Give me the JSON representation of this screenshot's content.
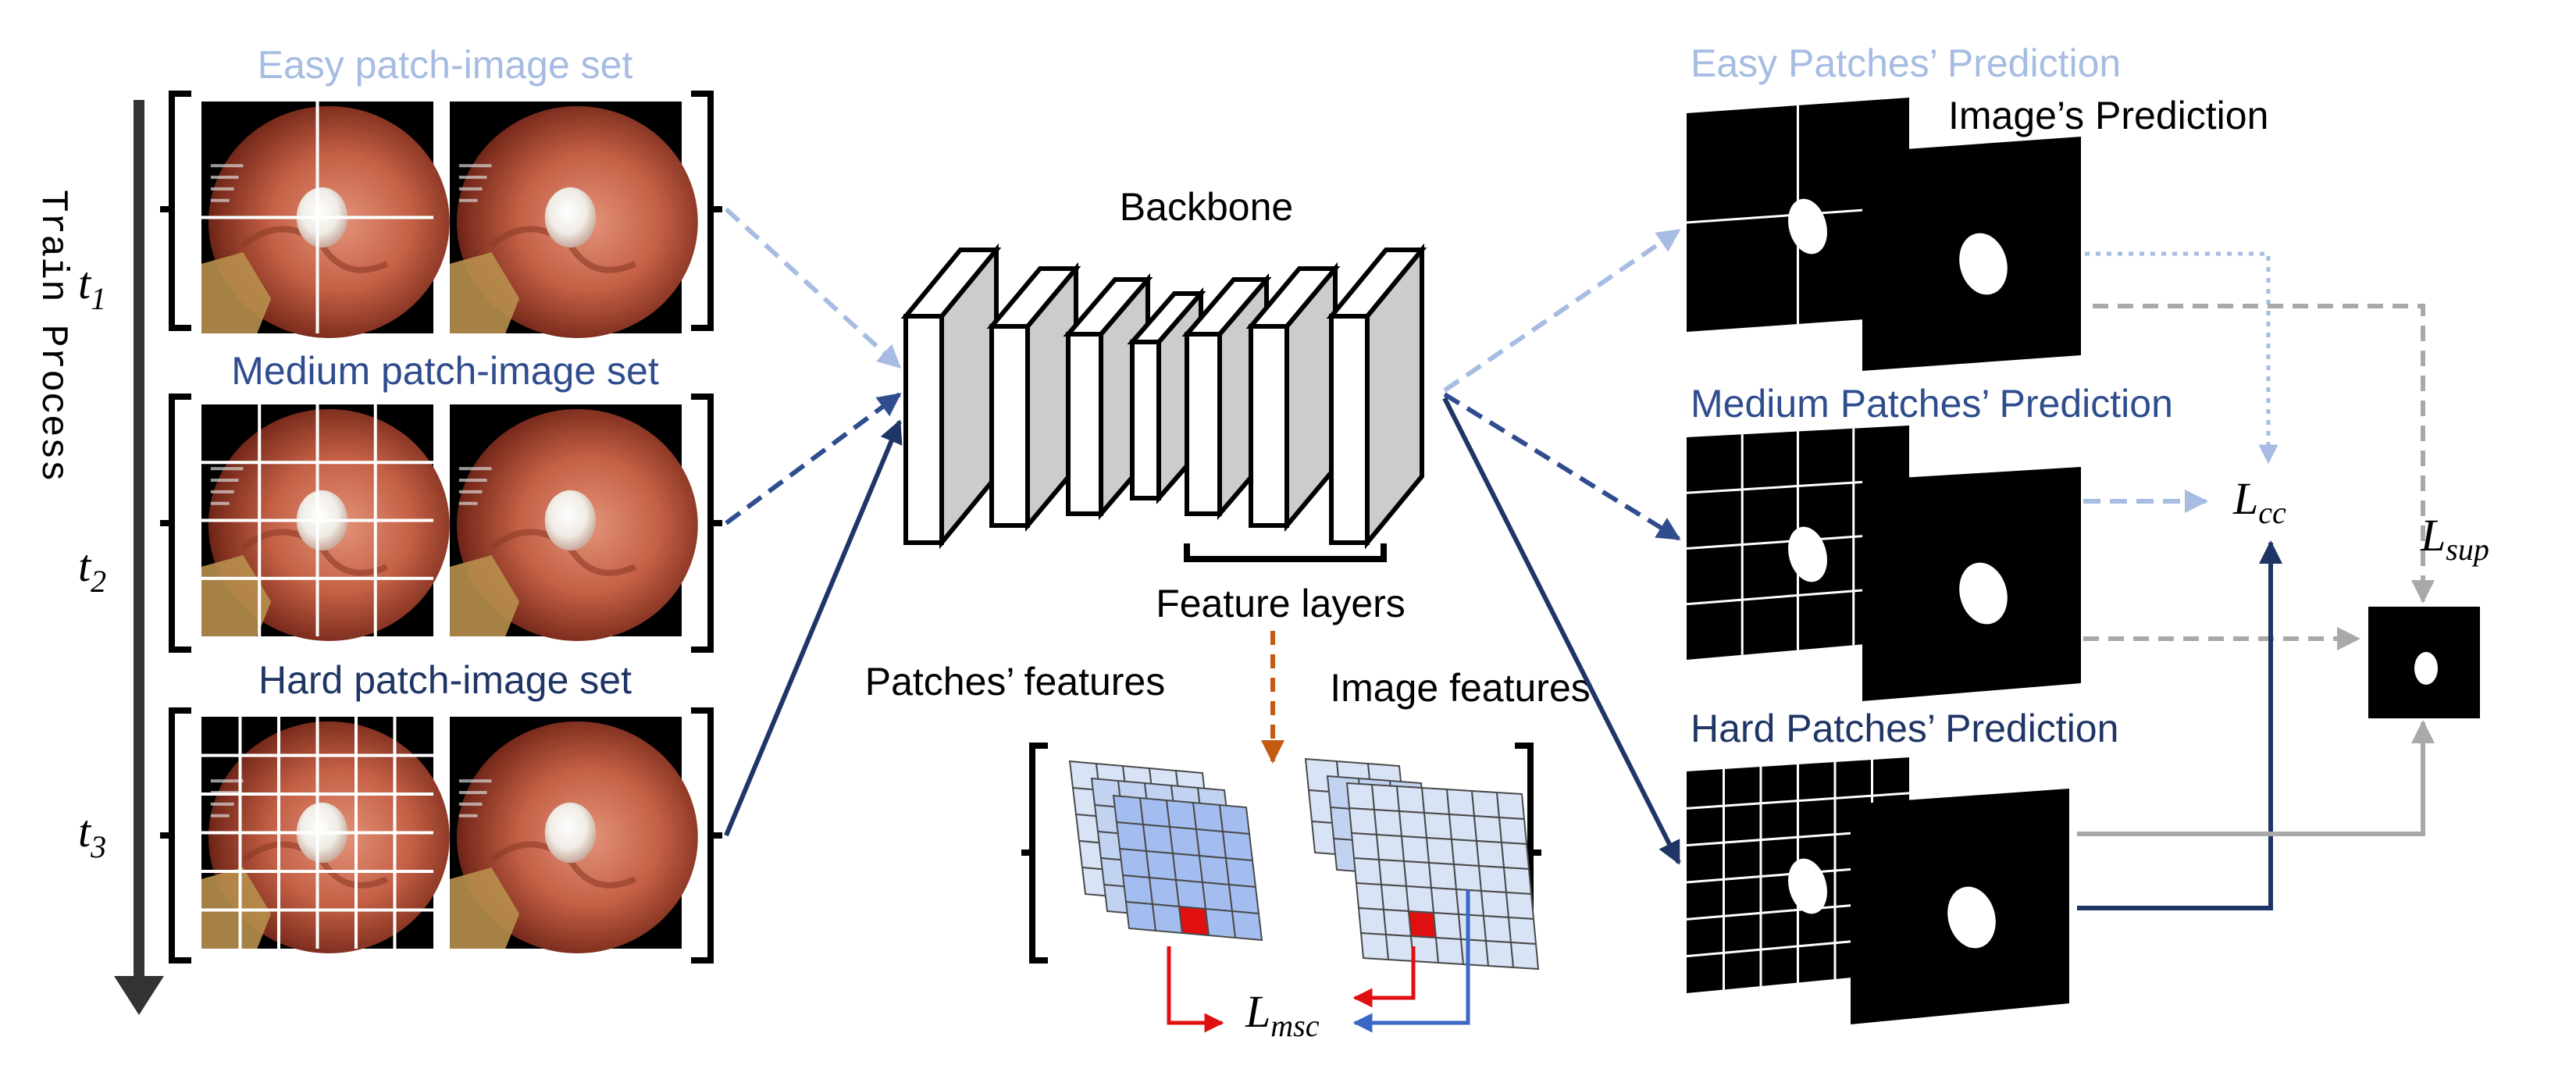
{
  "colors": {
    "easy": "#a6bce2",
    "medium": "#2f4d8e",
    "hard": "#1f3566",
    "gray": "#a9a9a9",
    "orange": "#c55a11",
    "red": "#e01010",
    "blue_arrow": "#3a66c4",
    "feature_cell": "#a4bdf0",
    "feature_cell_light": "#d8e3f6"
  },
  "left": {
    "easy_title": "Easy patch-image set",
    "medium_title": "Medium patch-image set",
    "hard_title": "Hard patch-image set",
    "t1": "t",
    "t1_sub": "1",
    "t2": "t",
    "t2_sub": "2",
    "t3": "t",
    "t3_sub": "3",
    "train_process": "Train Process"
  },
  "center": {
    "backbone": "Backbone",
    "feature_layers": "Feature layers",
    "patches_features": "Patches’ features",
    "image_features": "Image features",
    "lmsc": "L",
    "lmsc_sub": "msc"
  },
  "right": {
    "easy_pred": "Easy Patches’ Prediction",
    "image_pred": "Image’s Prediction",
    "medium_pred": "Medium Patches’ Prediction",
    "hard_pred": "Hard Patches’ Prediction",
    "lcc": "L",
    "lcc_sub": "cc",
    "lsup": "L",
    "lsup_sub": "sup"
  }
}
